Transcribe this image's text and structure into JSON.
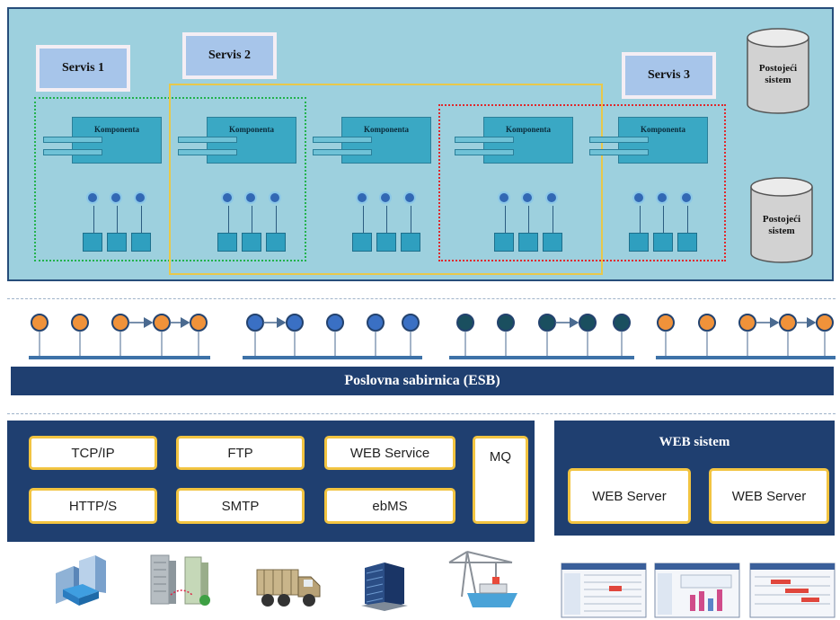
{
  "services": {
    "servis1": "Servis 1",
    "servis2": "Servis 2",
    "servis3": "Servis 3"
  },
  "component_label": "Komponenta",
  "existing_system": {
    "top": [
      "Postojeći",
      "sistem"
    ],
    "bottom": [
      "Postojeći",
      "sistem"
    ]
  },
  "esb": {
    "label": "Poslovna sabirnica (ESB)",
    "group_colors": [
      "#f0923a",
      "#3a70c4",
      "#1a4f5f",
      "#f0923a"
    ]
  },
  "protocols": {
    "tcp": "TCP/IP",
    "ftp": "FTP",
    "webservice": "WEB Service",
    "mq": "MQ",
    "https": "HTTP/S",
    "smtp": "SMTP",
    "ebms": "ebMS"
  },
  "web_system": {
    "title": "WEB sistem",
    "server1": "WEB Server",
    "server2": "WEB Server"
  },
  "colors": {
    "green_group": "#22b24c",
    "yellow_group": "#e8c84a",
    "red_group": "#e0282c"
  },
  "bottom_icons": [
    "buildings-icon",
    "office-towers-icon",
    "truck-icon",
    "tower-building-icon",
    "port-crane-ship-icon",
    "screenshot-1-icon",
    "screenshot-2-icon",
    "screenshot-3-icon"
  ]
}
